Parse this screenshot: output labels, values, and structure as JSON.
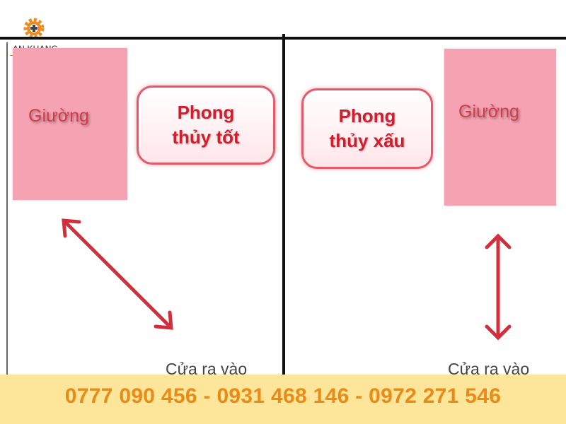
{
  "brand": {
    "name": "AN KHANG"
  },
  "left_panel": {
    "bed_label": "Giường",
    "badge_line1": "Phong",
    "badge_line2": "thủy tốt",
    "door_label": "Cửa ra vào"
  },
  "right_panel": {
    "bed_label": "Giường",
    "badge_line1": "Phong",
    "badge_line2": "thủy xấu",
    "door_label": "Cửa ra vào"
  },
  "footer": {
    "phones": "0777 090 456 - 0931 468 146 - 0972 271 546"
  },
  "colors": {
    "bed_fill": "#f5a3b3",
    "label_red": "#cf1f2f",
    "arrow": "#d22f3d",
    "footer_bg": "#fde59a",
    "footer_text": "#ea8a17"
  },
  "icons": [
    "gear-logo-icon",
    "diagonal-double-arrow",
    "vertical-double-arrow"
  ]
}
